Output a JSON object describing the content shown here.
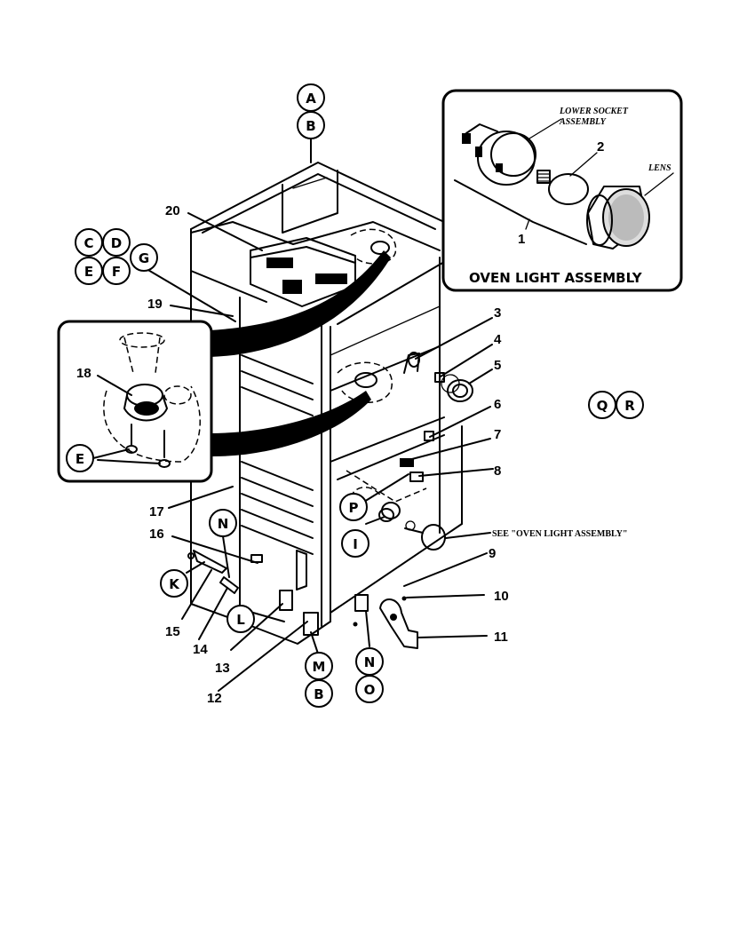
{
  "inset_oven_light": {
    "title": "OVEN LIGHT ASSEMBLY",
    "lower_socket_line1": "LOWER SOCKET",
    "lower_socket_line2": "ASSEMBLY",
    "lens": "LENS",
    "num_1": "1",
    "num_2": "2"
  },
  "see_note": "SEE \"OVEN LIGHT ASSEMBLY\"",
  "letters": {
    "A": "A",
    "B_top": "B",
    "C": "C",
    "D": "D",
    "E_top": "E",
    "F": "F",
    "G": "G",
    "E_inset": "E",
    "N_left": "N",
    "K": "K",
    "L": "L",
    "M": "M",
    "B_bottom": "B",
    "P": "P",
    "I": "I",
    "N_bottom": "N",
    "O": "O",
    "Q": "Q",
    "R": "R"
  },
  "numbers": {
    "n3": "3",
    "n4": "4",
    "n5": "5",
    "n6": "6",
    "n7": "7",
    "n8": "8",
    "n9": "9",
    "n10": "10",
    "n11": "11",
    "n12": "12",
    "n13": "13",
    "n14": "14",
    "n15": "15",
    "n16": "16",
    "n17": "17",
    "n18": "18",
    "n19": "19",
    "n20": "20"
  }
}
